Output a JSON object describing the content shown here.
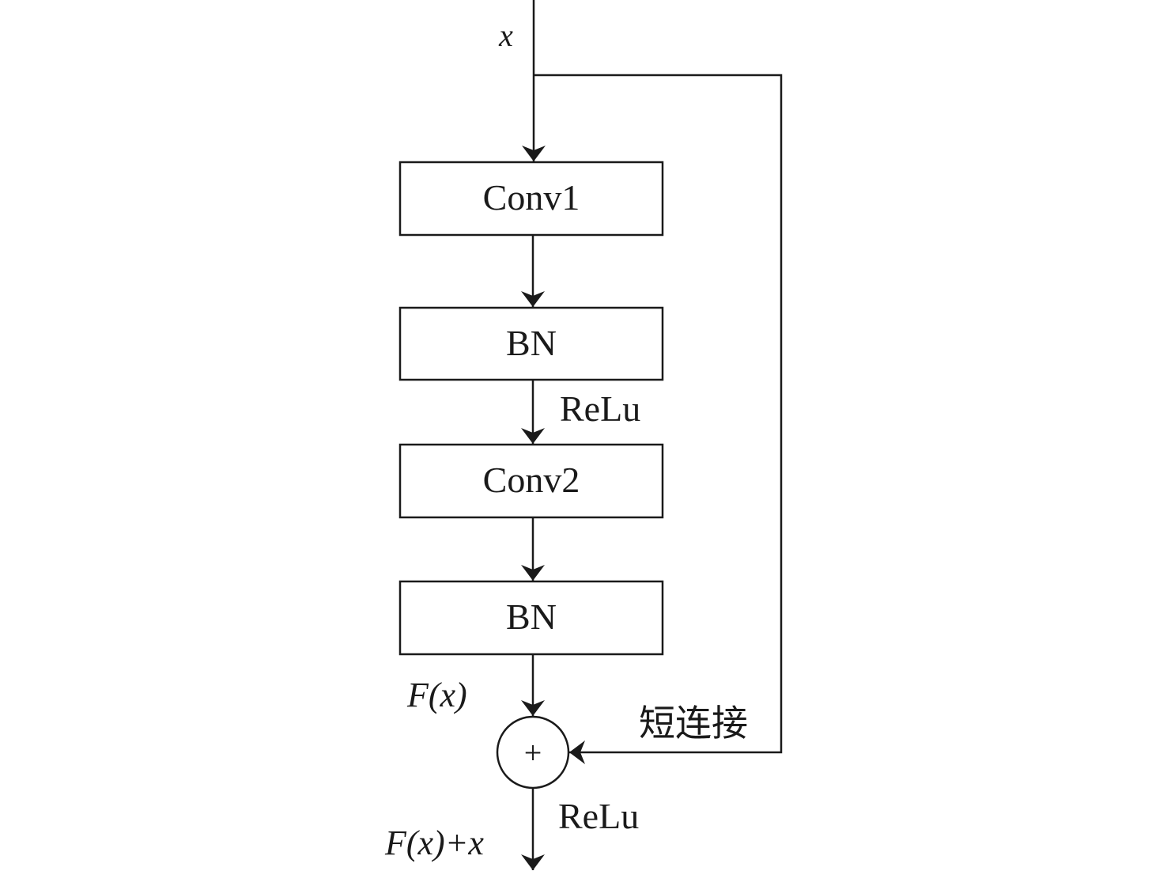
{
  "input_label": "x",
  "blocks": [
    "Conv1",
    "BN",
    "Conv2",
    "BN"
  ],
  "relu_label_1": "ReLu",
  "residual_label": "F(x)",
  "shortcut_label": "短连接",
  "sum_symbol": "+",
  "relu_label_2": "ReLu",
  "output_label": "F(x)+x",
  "colors": {
    "stroke": "#1a1a1a",
    "background": "#ffffff"
  }
}
